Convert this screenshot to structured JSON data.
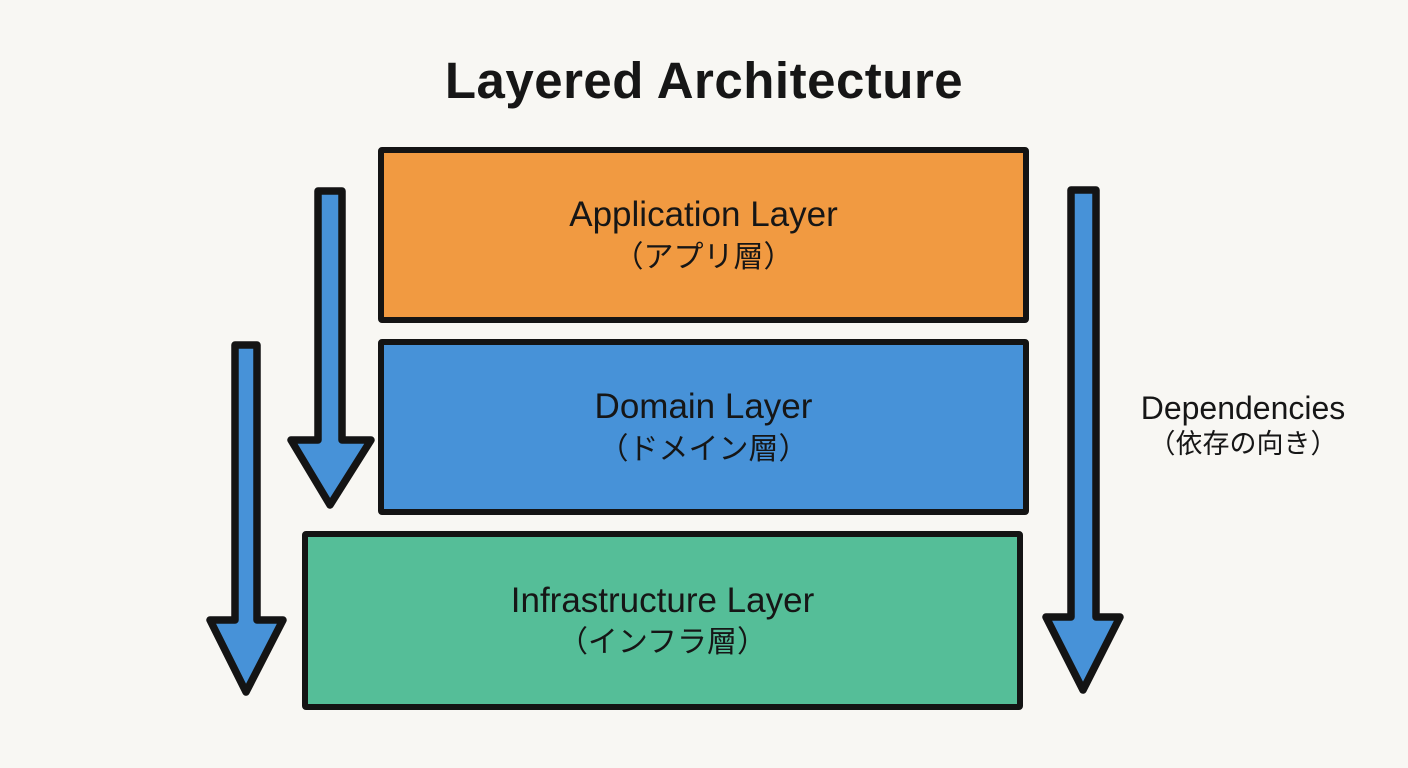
{
  "title": "Layered Architecture",
  "layers": [
    {
      "id": "application",
      "name_en": "Application Layer",
      "name_ja": "（アプリ層）",
      "color": "#F19A41"
    },
    {
      "id": "domain",
      "name_en": "Domain Layer",
      "name_ja": "（ドメイン層）",
      "color": "#4792D8"
    },
    {
      "id": "infrastructure",
      "name_en": "Infrastructure Layer",
      "name_ja": "（インフラ層）",
      "color": "#55BE98"
    }
  ],
  "annotation": {
    "line1": "Dependencies",
    "line2": "（依存の向き）"
  },
  "colors": {
    "background": "#F8F7F3",
    "outline": "#141414",
    "arrow_fill": "#4792D8"
  }
}
